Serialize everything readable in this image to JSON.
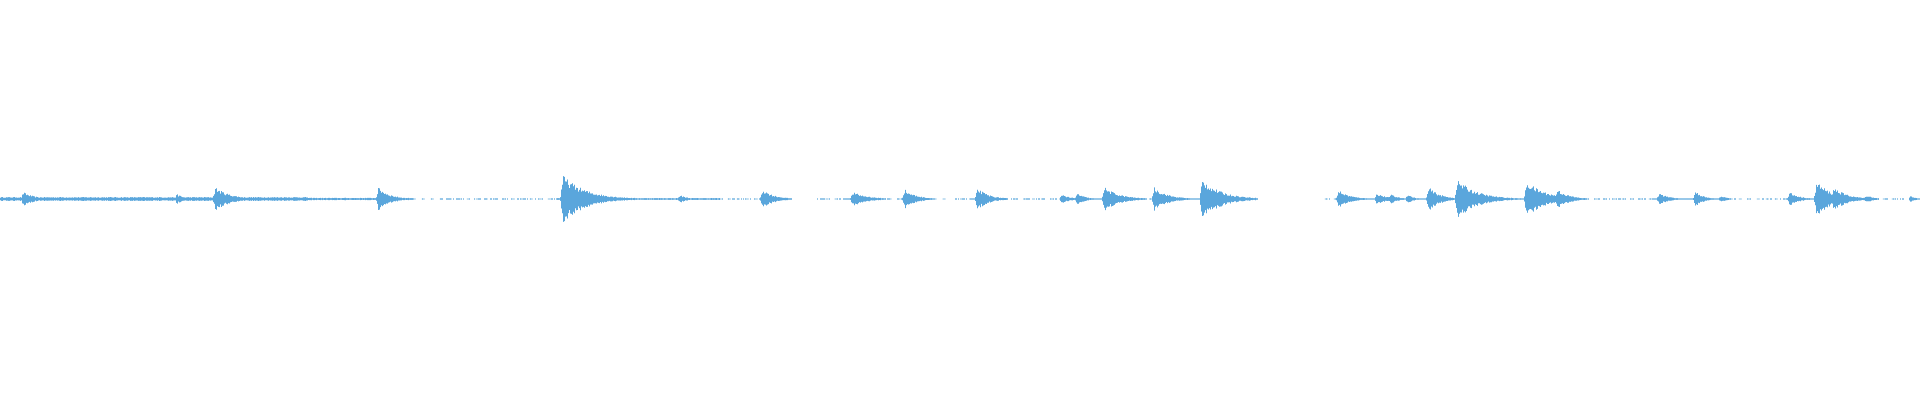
{
  "waveform": {
    "color": "#5aa6dc",
    "background": "#ffffff",
    "segments": [
      {
        "start": 0.0,
        "end": 0.16,
        "amp": 0.01
      },
      {
        "start": 0.16,
        "end": 0.215,
        "amp": 0.006
      },
      {
        "start": 0.215,
        "end": 0.41,
        "amp": 0.005
      },
      {
        "start": 0.42,
        "end": 0.412,
        "amp": 0.0
      },
      {
        "start": 0.215,
        "end": 0.41,
        "amp": 0.004
      },
      {
        "start": 0.43,
        "end": 0.495,
        "amp": 0.004
      },
      {
        "start": 0.5,
        "end": 0.655,
        "amp": 0.003
      },
      {
        "start": 0.69,
        "end": 0.99,
        "amp": 0.003
      }
    ],
    "gaps": [
      {
        "start": 0.412,
        "end": 0.425
      },
      {
        "start": 0.655,
        "end": 0.69
      }
    ],
    "bursts": [
      {
        "pos": 0.012,
        "amp": 0.035,
        "decay": 0.006
      },
      {
        "pos": 0.092,
        "amp": 0.025,
        "decay": 0.004
      },
      {
        "pos": 0.112,
        "amp": 0.06,
        "decay": 0.008
      },
      {
        "pos": 0.141,
        "amp": 0.01,
        "decay": 0.01
      },
      {
        "pos": 0.197,
        "amp": 0.06,
        "decay": 0.006
      },
      {
        "pos": 0.293,
        "amp": 0.12,
        "decay": 0.012
      },
      {
        "pos": 0.354,
        "amp": 0.02,
        "decay": 0.004
      },
      {
        "pos": 0.397,
        "amp": 0.05,
        "decay": 0.006
      },
      {
        "pos": 0.444,
        "amp": 0.035,
        "decay": 0.008
      },
      {
        "pos": 0.471,
        "amp": 0.05,
        "decay": 0.005
      },
      {
        "pos": 0.474,
        "amp": 0.03,
        "decay": 0.006
      },
      {
        "pos": 0.509,
        "amp": 0.055,
        "decay": 0.006
      },
      {
        "pos": 0.553,
        "amp": 0.025,
        "decay": 0.004
      },
      {
        "pos": 0.561,
        "amp": 0.03,
        "decay": 0.004
      },
      {
        "pos": 0.575,
        "amp": 0.06,
        "decay": 0.008
      },
      {
        "pos": 0.601,
        "amp": 0.06,
        "decay": 0.007
      },
      {
        "pos": 0.626,
        "amp": 0.1,
        "decay": 0.01
      },
      {
        "pos": 0.697,
        "amp": 0.045,
        "decay": 0.006
      },
      {
        "pos": 0.717,
        "amp": 0.03,
        "decay": 0.005
      },
      {
        "pos": 0.724,
        "amp": 0.025,
        "decay": 0.004
      },
      {
        "pos": 0.733,
        "amp": 0.025,
        "decay": 0.003
      },
      {
        "pos": 0.744,
        "amp": 0.06,
        "decay": 0.006
      },
      {
        "pos": 0.759,
        "amp": 0.1,
        "decay": 0.01
      },
      {
        "pos": 0.795,
        "amp": 0.09,
        "decay": 0.01
      },
      {
        "pos": 0.811,
        "amp": 0.05,
        "decay": 0.006
      },
      {
        "pos": 0.864,
        "amp": 0.03,
        "decay": 0.005
      },
      {
        "pos": 0.883,
        "amp": 0.04,
        "decay": 0.004
      },
      {
        "pos": 0.896,
        "amp": 0.015,
        "decay": 0.004
      },
      {
        "pos": 0.932,
        "amp": 0.035,
        "decay": 0.005
      },
      {
        "pos": 0.946,
        "amp": 0.09,
        "decay": 0.008
      },
      {
        "pos": 0.955,
        "amp": 0.06,
        "decay": 0.007
      },
      {
        "pos": 0.972,
        "amp": 0.02,
        "decay": 0.004
      },
      {
        "pos": 0.995,
        "amp": 0.015,
        "decay": 0.003
      }
    ],
    "dotted_ranges": [
      {
        "start": 0.215,
        "end": 0.29
      },
      {
        "start": 0.375,
        "end": 0.412
      },
      {
        "start": 0.425,
        "end": 0.44
      },
      {
        "start": 0.455,
        "end": 0.505
      },
      {
        "start": 0.515,
        "end": 0.553
      },
      {
        "start": 0.585,
        "end": 0.6
      },
      {
        "start": 0.635,
        "end": 0.655
      },
      {
        "start": 0.69,
        "end": 0.695
      },
      {
        "start": 0.82,
        "end": 0.86
      },
      {
        "start": 0.9,
        "end": 0.93
      },
      {
        "start": 0.975,
        "end": 1.0
      }
    ]
  }
}
